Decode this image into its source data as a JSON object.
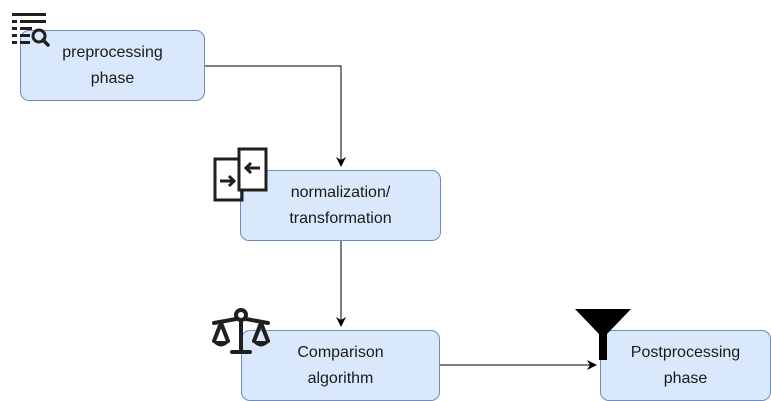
{
  "diagram": {
    "nodes": [
      {
        "id": "preprocessing",
        "label": "preprocessing\nphase",
        "icon": "list-search-icon"
      },
      {
        "id": "normalization",
        "label": "normalization/\ntransformation",
        "icon": "transform-arrows-icon"
      },
      {
        "id": "comparison",
        "label": "Comparison\nalgorithm",
        "icon": "scale-balance-icon"
      },
      {
        "id": "postprocessing",
        "label": "Postprocessing\nphase",
        "icon": "filter-funnel-icon"
      }
    ],
    "edges": [
      {
        "from": "preprocessing",
        "to": "normalization"
      },
      {
        "from": "normalization",
        "to": "comparison"
      },
      {
        "from": "comparison",
        "to": "postprocessing"
      }
    ],
    "colors": {
      "node_fill": "#dae8fc",
      "node_border": "#6c8ebf",
      "edge": "#000000",
      "icon": "#1f1f1f"
    }
  }
}
